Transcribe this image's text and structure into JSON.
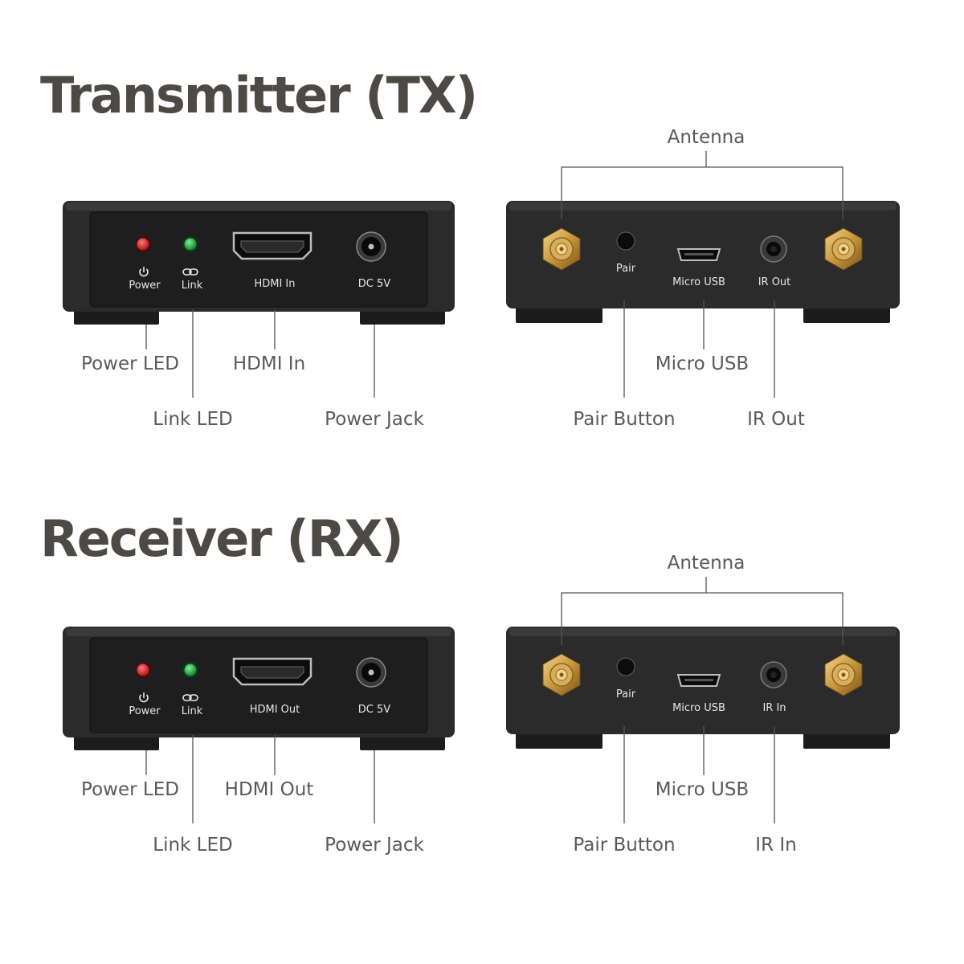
{
  "sections": {
    "tx": {
      "title": "Transmitter (TX)",
      "front": {
        "power_lbl": "Power",
        "link_lbl": "Link",
        "hdmi_lbl": "HDMI In",
        "dc_lbl": "DC 5V"
      },
      "back": {
        "pair_lbl": "Pair",
        "usb_lbl": "Micro USB",
        "ir_lbl": "IR Out"
      },
      "callouts": {
        "power_led": "Power LED",
        "link_led": "Link LED",
        "hdmi": "HDMI In",
        "power_jack": "Power Jack",
        "antenna": "Antenna",
        "pair_button": "Pair Button",
        "micro_usb": "Micro USB",
        "ir": "IR Out"
      }
    },
    "rx": {
      "title": "Receiver (RX)",
      "front": {
        "power_lbl": "Power",
        "link_lbl": "Link",
        "hdmi_lbl": "HDMI Out",
        "dc_lbl": "DC 5V"
      },
      "back": {
        "pair_lbl": "Pair",
        "usb_lbl": "Micro USB",
        "ir_lbl": "IR In"
      },
      "callouts": {
        "power_led": "Power LED",
        "link_led": "Link LED",
        "hdmi": "HDMI Out",
        "power_jack": "Power Jack",
        "antenna": "Antenna",
        "pair_button": "Pair Button",
        "micro_usb": "Micro USB",
        "ir": "IR In"
      }
    }
  },
  "colors": {
    "title": "#4d4a46",
    "callout_text": "#5a5a5a",
    "device_body": "#2b2b2b",
    "panel": "#1e1e1e",
    "power_led": "#d11a1a",
    "link_led": "#19a83a",
    "antenna_gold": "#c9963c"
  },
  "icons": [
    "power-icon",
    "link-icon",
    "hdmi-port-icon",
    "dc-jack-icon",
    "antenna-connector-icon",
    "micro-usb-port-icon",
    "audio-jack-icon"
  ]
}
